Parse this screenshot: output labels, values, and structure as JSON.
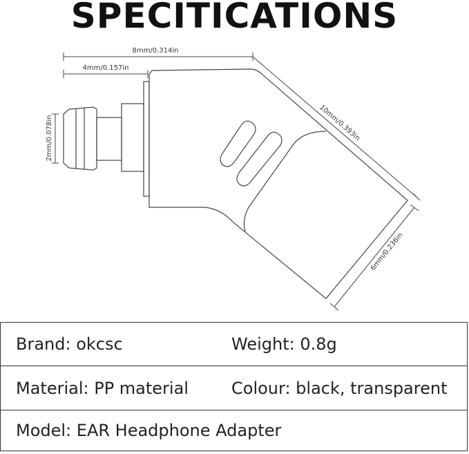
{
  "title": "SPECITICATIONS",
  "dimensions": {
    "overall_length": "8mm/0.314in",
    "plug_length": "4mm/0.157in",
    "plug_diameter": "2mm/0.078in",
    "angled_length": "10mm/0.393in",
    "end_width": "6mm/0.236in"
  },
  "specs": {
    "brand": "Brand: okcsc",
    "weight": "Weight: 0.8g",
    "material": "Material: PP material",
    "colour": "Colour: black, transparent",
    "model": "Model: EAR Headphone Adapter"
  }
}
